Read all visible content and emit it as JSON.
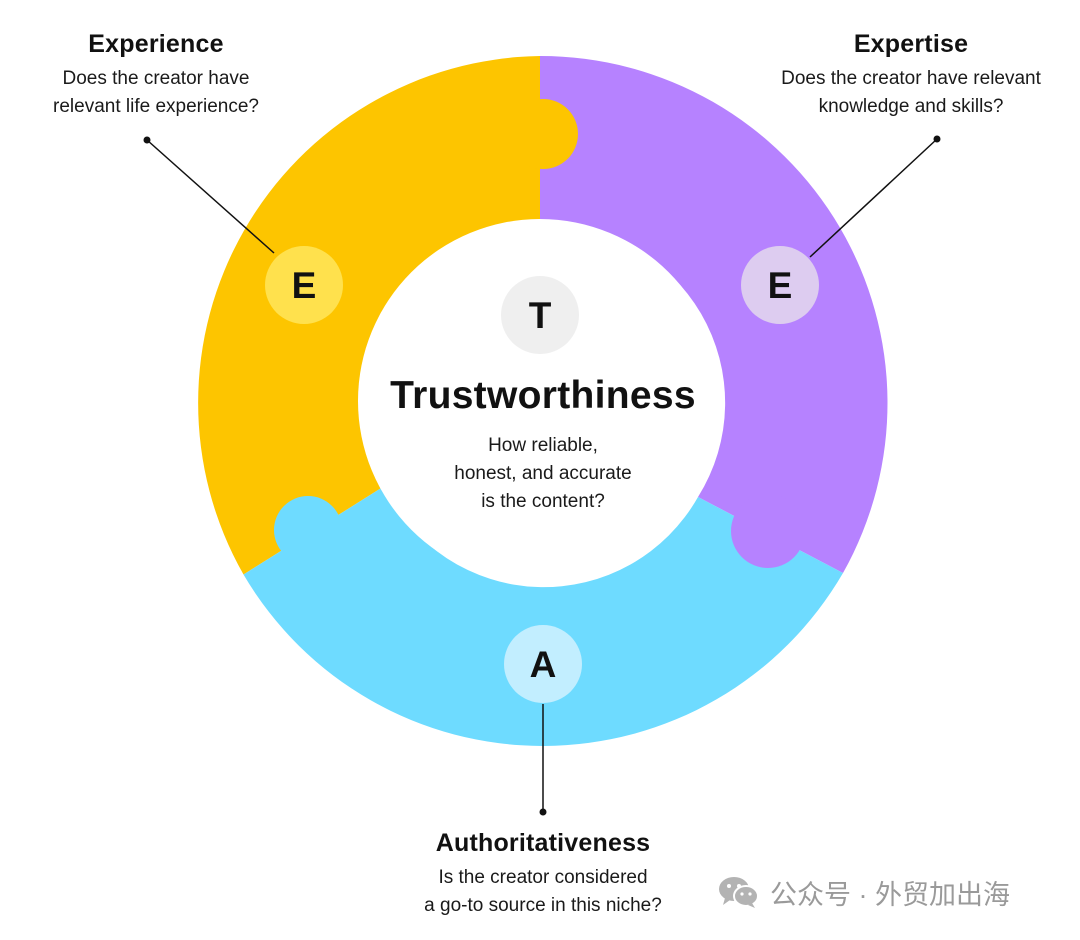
{
  "center": {
    "letter": "T",
    "title": "Trustworthiness",
    "description_lines": [
      "How reliable,",
      "honest, and accurate",
      "is the content?"
    ]
  },
  "segments": {
    "experience": {
      "letter": "E",
      "title": "Experience",
      "description_lines": [
        "Does the creator have",
        "relevant life experience?"
      ],
      "color": "#FDC500",
      "badge_color": "#FFE14D"
    },
    "expertise": {
      "letter": "E",
      "title": "Expertise",
      "description_lines": [
        "Does the creator have relevant",
        "knowledge and skills?"
      ],
      "color": "#B682FF",
      "badge_color": "#DDCCF0"
    },
    "authoritativeness": {
      "letter": "A",
      "title": "Authoritativeness",
      "description_lines": [
        "Is the creator considered",
        "a go-to source in this niche?"
      ],
      "color": "#6EDBFF",
      "badge_color": "#C2EEFF"
    }
  },
  "center_badge_color": "#EFEFEF",
  "watermark": {
    "icon": "wechat-icon",
    "text": "公众号 · 外贸加出海"
  }
}
